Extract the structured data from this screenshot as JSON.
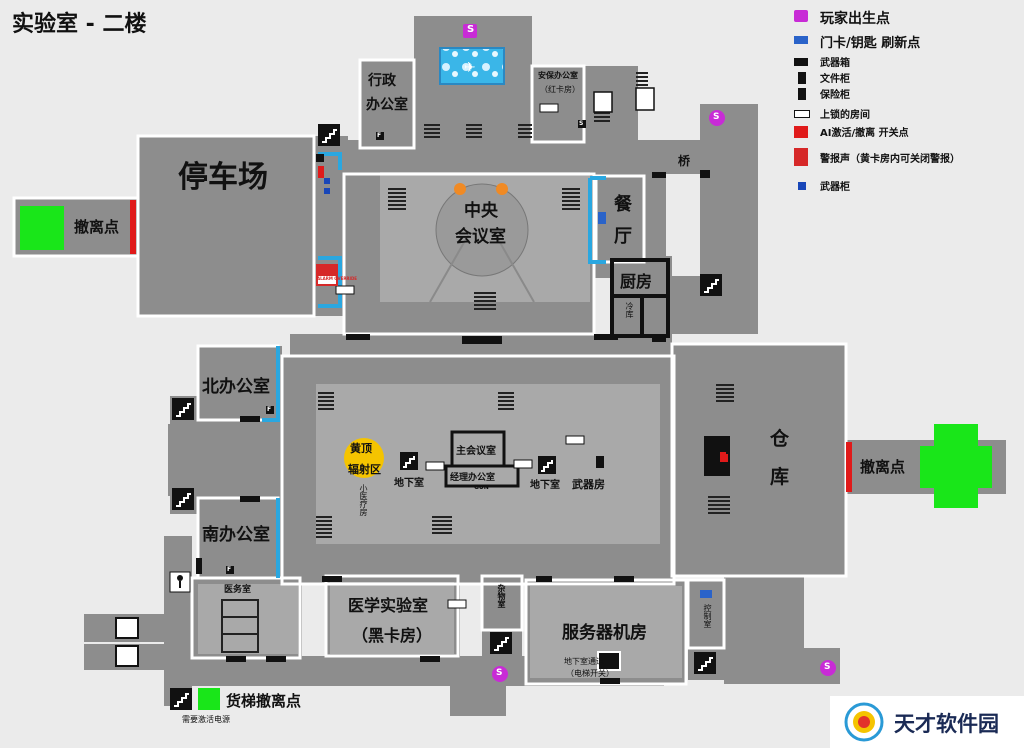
{
  "title": "实验室 - 二楼",
  "legend": [
    {
      "icon": "spawn-icon",
      "label": "玩家出生点",
      "color": "#c82bd6"
    },
    {
      "icon": "keycard-icon",
      "label": "门卡/钥匙 刷新点",
      "color": "#2a63c9"
    },
    {
      "icon": "weapon-box-icon",
      "label": "武器箱"
    },
    {
      "icon": "file-cabinet-icon",
      "label": "文件柜"
    },
    {
      "icon": "safe-icon",
      "label": "保险柜"
    },
    {
      "icon": "locked-room-key-icon",
      "label": "上锁的房间"
    },
    {
      "icon": "ai-switch-icon",
      "label": "AI激活/撤离 开关点",
      "color": "#e01a1a"
    },
    {
      "icon": "alarm-icon",
      "label": "警报声（黄卡房内可关闭警报）"
    },
    {
      "icon": "weapon-rack-icon",
      "label": "武器柜",
      "color": "#1846b8"
    }
  ],
  "rooms": {
    "parking": "停车场",
    "extract_west": "撤离点",
    "admin_office_1": "行政",
    "admin_office_2": "办公室",
    "security_office": "安保办公室",
    "security_office_sub": "（红卡房）",
    "central_1": "中央",
    "central_2": "会议室",
    "canteen_1": "餐",
    "canteen_2": "厅",
    "kitchen": "厨房",
    "cold_storage": "冷库",
    "bridge": "桥",
    "north_office": "北办公室",
    "south_office": "南办公室",
    "yellow_top": "黄顶",
    "radiation": "辐射区",
    "small_clinic": "小医疗房",
    "basement_left": "地下室",
    "main_meeting": "主会议室",
    "manager_office": "经理办公室",
    "basement_right": "地下室",
    "armory": "武器房",
    "warehouse_1": "仓",
    "warehouse_2": "库",
    "extract_east": "撤离点",
    "medical_room": "医务室",
    "medlab_1": "医学实验室",
    "medlab_2": "（黑卡房）",
    "storage_small": "杂物室",
    "server_room": "服务器机房",
    "control_room": "控制室",
    "basement_passage": "地下室通道",
    "elevator_switch": "（电梯开关）",
    "cargo_extract": "货梯撤离点",
    "need_power": "需要激活电源"
  },
  "markers": {
    "spawn_letter": "S",
    "gun_text": "GUN",
    "file_text": "F",
    "safe_text": "S",
    "alarm_text": "ALARM OVERRIDE"
  },
  "watermark": "天才软件园"
}
